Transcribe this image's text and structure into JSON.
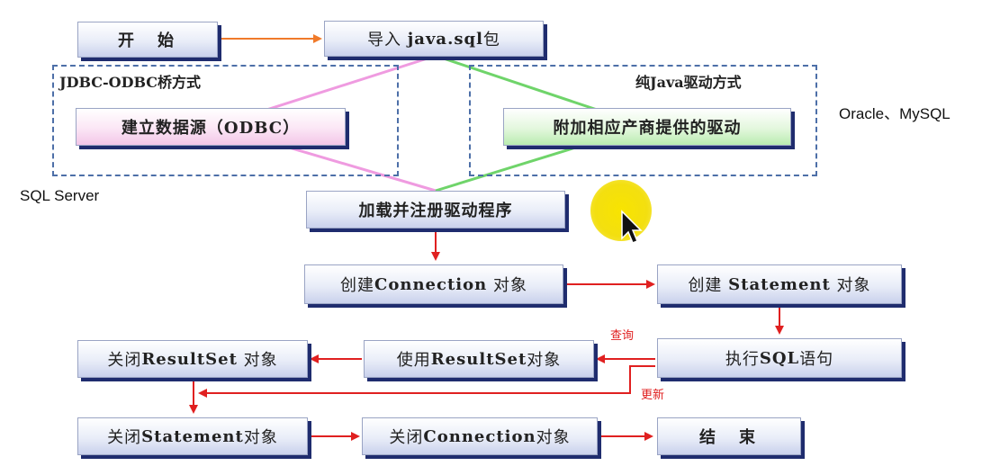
{
  "nodes": {
    "start": "开　始",
    "import_prefix": "导入 ",
    "import_bold": "java.sql",
    "import_suffix": "包",
    "odbc_source": "建立数据源（ODBC）",
    "vendor_driver": "附加相应产商提供的驱动",
    "load_driver": "加载并注册驱动程序",
    "create_conn_prefix": "创建",
    "create_conn_bold": "Connection",
    "create_conn_suffix": " 对象",
    "create_stmt_prefix": "创建 ",
    "create_stmt_bold": "Statement",
    "create_stmt_suffix": " 对象",
    "exec_prefix": "执行",
    "exec_bold": "SQL",
    "exec_suffix": "语句",
    "use_rs_prefix": "使用",
    "use_rs_bold": "ResultSet",
    "use_rs_suffix": "对象",
    "close_rs_prefix": "关闭",
    "close_rs_bold": "ResultSet",
    "close_rs_suffix": " 对象",
    "close_stmt_prefix": "关闭",
    "close_stmt_bold": "Statement",
    "close_stmt_suffix": "对象",
    "close_conn_prefix": "关闭",
    "close_conn_bold": "Connection",
    "close_conn_suffix": "对象",
    "end": "结　束"
  },
  "groups": {
    "left_label": "JDBC-ODBC桥方式",
    "right_label": "纯Java驱动方式"
  },
  "side_labels": {
    "right": "Oracle、MySQL",
    "left": "SQL Server"
  },
  "edge_labels": {
    "query": "查询",
    "update": "更新"
  },
  "colors": {
    "arrow_red": "#e02020",
    "arrow_orange": "#f07a2a",
    "pink_line": "#ef9be0",
    "green_line": "#6fd46a",
    "node_shadow": "#1f2c6e",
    "group_border": "#4d6fa8",
    "cursor_highlight": "#f3df10"
  }
}
